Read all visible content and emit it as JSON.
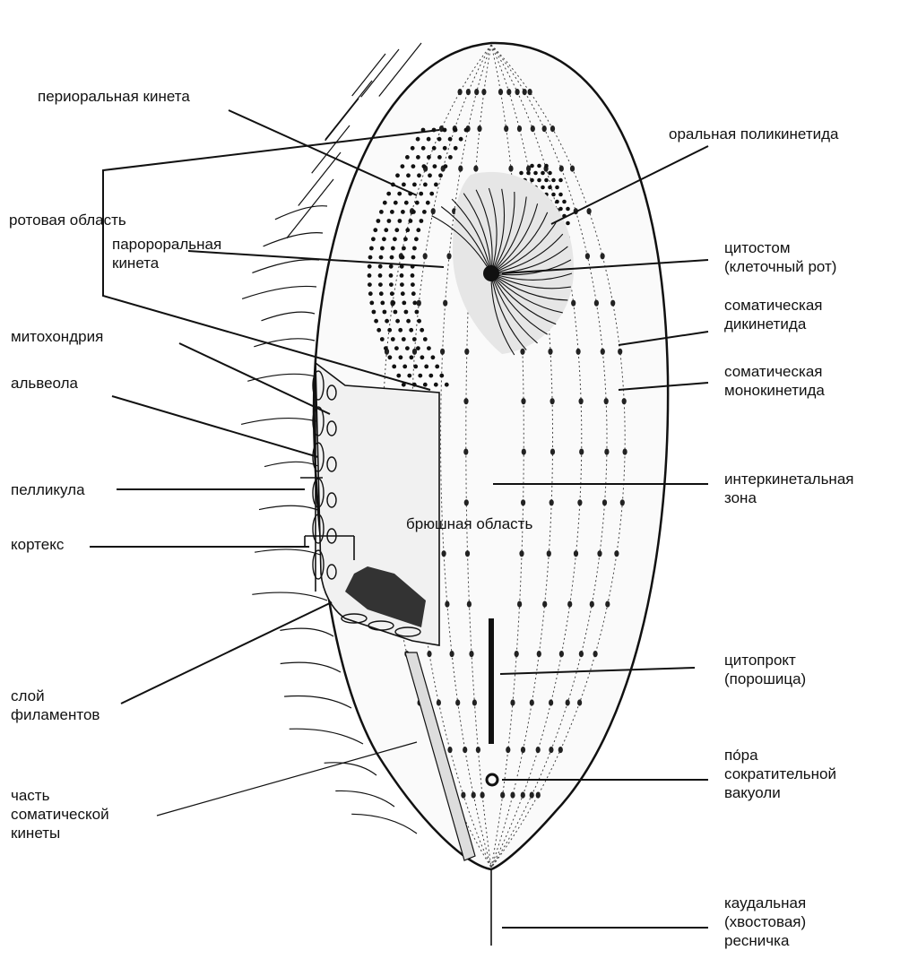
{
  "labels": {
    "perioral_kineta": "периоральная кинета",
    "oral_polykinetid": "оральная поликинетида",
    "oral_region": "ротовая область",
    "paroral_kineta": [
      "паророральная",
      "кинета"
    ],
    "cytostome": [
      "цитостом",
      "(клеточный рот)"
    ],
    "somatic_dikinetid": [
      "соматическая",
      "дикинетида"
    ],
    "somatic_monokinetid": [
      "соматическая",
      "монокинетида"
    ],
    "mitochondria": "митохондрия",
    "alveola": "альвеола",
    "pellicle": "пелликула",
    "cortex": "кортекс",
    "interkinetal_zone": [
      "интеркинетальная",
      "зона"
    ],
    "ventral_region": "брюшная область",
    "cytoproct": [
      "цитопрокт",
      "(порошица)"
    ],
    "filament_layer": [
      "слой",
      "филаментов"
    ],
    "contractile_vacuole_pore": [
      "по́ра",
      "сократительной",
      "вакуоли"
    ],
    "somatic_kineta_part": [
      "часть",
      "соматической",
      "кинеты"
    ],
    "caudal_cilium": [
      "каудальная",
      "(хвостовая)",
      "ресничка"
    ]
  }
}
